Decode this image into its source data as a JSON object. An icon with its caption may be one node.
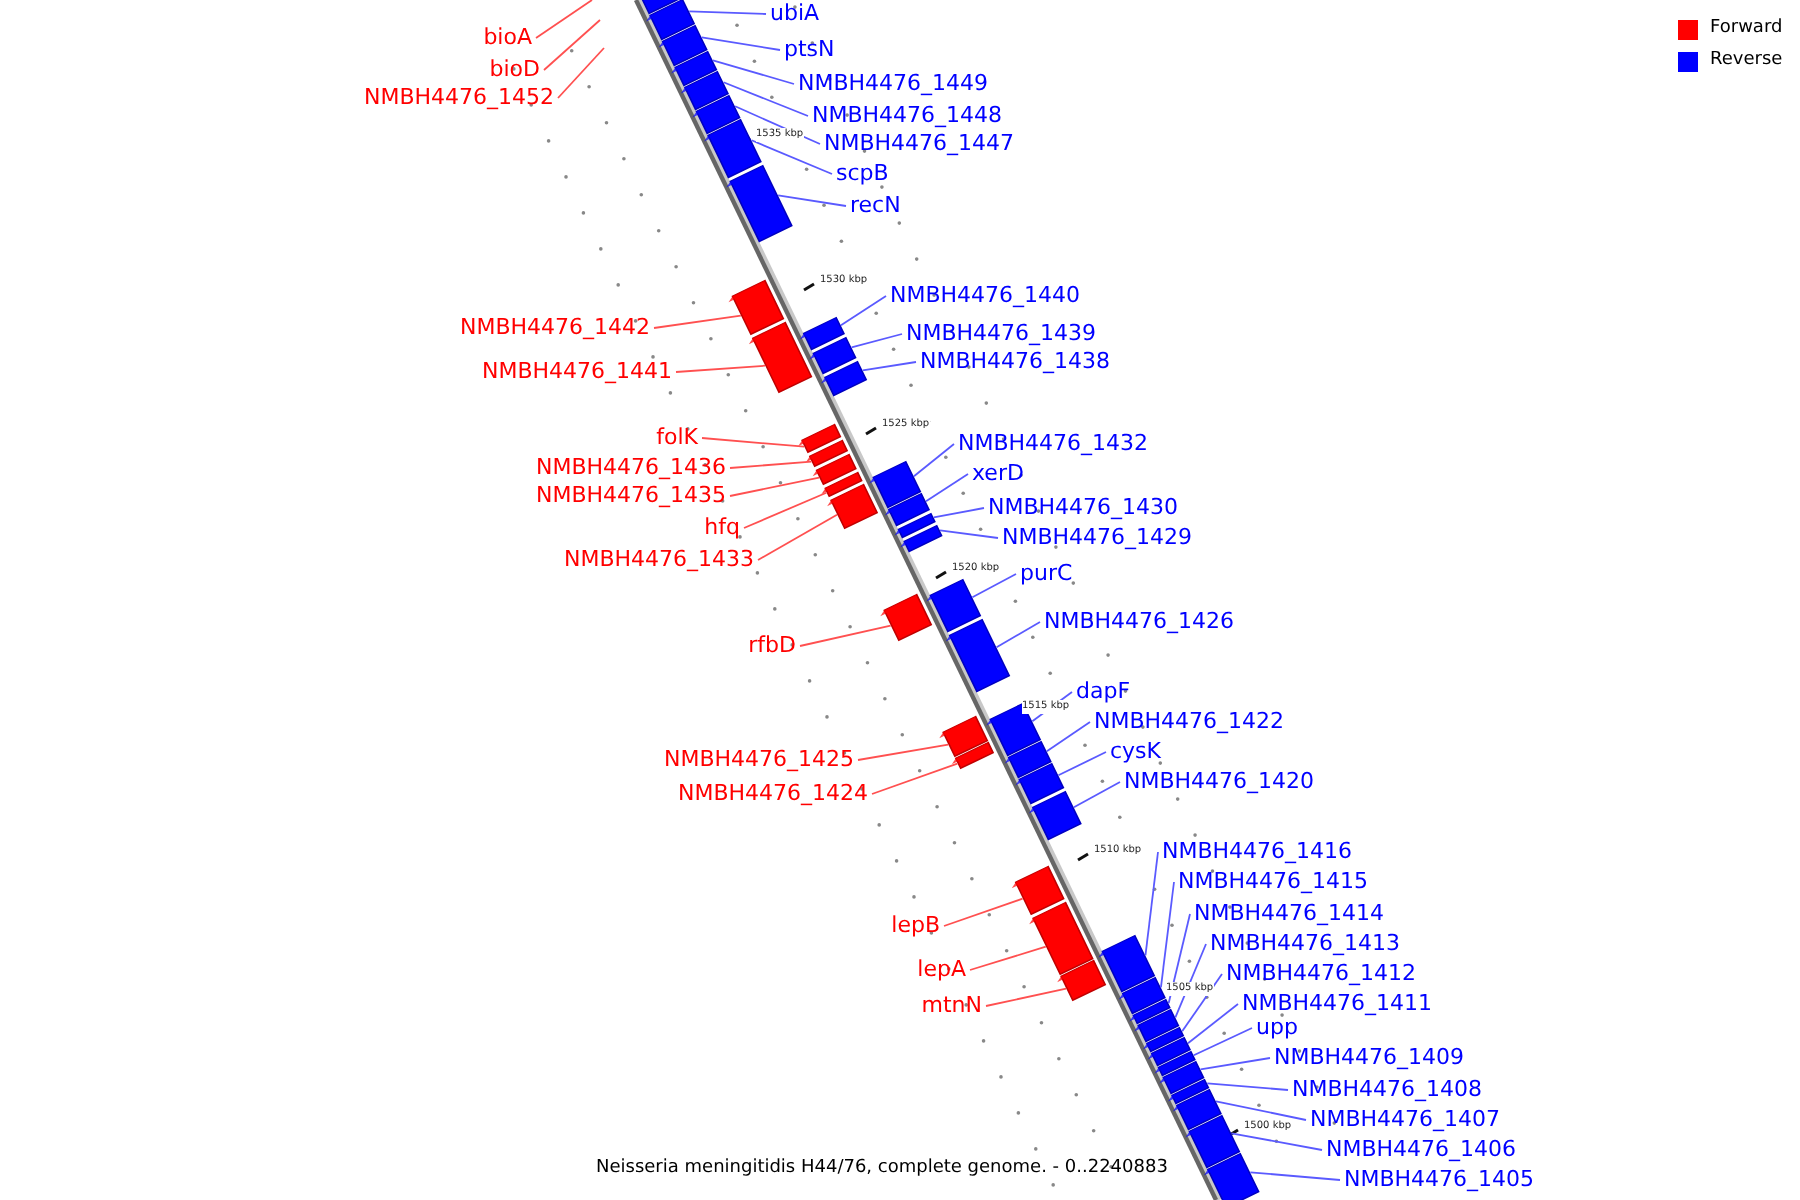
{
  "diagram": {
    "caption": "Neisseria meningitidis H44/76, complete genome. - 0..2240883",
    "nodes": [
      {
        "text": [
          "ubiA"
        ]
      },
      {
        "text": [
          "bioA"
        ]
      },
      {
        "text": [
          "ptsN"
        ]
      },
      {
        "text": [
          "bioD"
        ]
      },
      {
        "text": [
          "NMBH4476_1449"
        ]
      },
      {
        "text": [
          "NMBH4476_1452"
        ]
      },
      {
        "text": [
          "NMBH4476_1448"
        ]
      },
      {
        "text": [
          "NMBH4476_1447"
        ]
      },
      {
        "text": [
          "scpB"
        ]
      },
      {
        "text": [
          "recN"
        ]
      },
      {
        "text": [
          "NMBH4476_1440"
        ]
      },
      {
        "text": [
          "NMBH4476_1442"
        ]
      },
      {
        "text": [
          "NMBH4476_1439"
        ]
      },
      {
        "text": [
          "NMBH4476_1438"
        ]
      },
      {
        "text": [
          "NMBH4476_1441"
        ]
      },
      {
        "text": [
          "folK"
        ]
      },
      {
        "text": [
          "NMBH4476_1432"
        ]
      },
      {
        "text": [
          "NMBH4476_1436"
        ]
      },
      {
        "text": [
          "xerD"
        ]
      },
      {
        "text": [
          "NMBH4476_1435"
        ]
      },
      {
        "text": [
          "NMBH4476_1430"
        ]
      },
      {
        "text": [
          "hfq"
        ]
      },
      {
        "text": [
          "NMBH4476_1429"
        ]
      },
      {
        "text": [
          "NMBH4476_1433"
        ]
      },
      {
        "text": [
          "purC"
        ]
      },
      {
        "text": [
          "NMBH4476_1426"
        ]
      },
      {
        "text": [
          "rfbD"
        ]
      },
      {
        "text": [
          "dapF"
        ]
      },
      {
        "text": [
          "NMBH4476_1422"
        ]
      },
      {
        "text": [
          "cysK"
        ]
      },
      {
        "text": [
          "NMBH4476_1425"
        ]
      },
      {
        "text": [
          "NMBH4476_1420"
        ]
      },
      {
        "text": [
          "NMBH4476_1424"
        ]
      },
      {
        "text": [
          "NMBH4476_1416"
        ]
      },
      {
        "text": [
          "NMBH4476_1415"
        ]
      },
      {
        "text": [
          "NMBH4476_1414"
        ]
      },
      {
        "text": [
          "lepB"
        ]
      },
      {
        "text": [
          "NMBH4476_1413"
        ]
      },
      {
        "text": [
          "lepA"
        ]
      },
      {
        "text": [
          "NMBH4476_1412"
        ]
      },
      {
        "text": [
          "NMBH4476_1411"
        ]
      },
      {
        "text": [
          "mtnN"
        ]
      },
      {
        "text": [
          "upp"
        ]
      },
      {
        "text": [
          "NMBH4476_1409"
        ]
      },
      {
        "text": [
          "NMBH4476_1408"
        ]
      },
      {
        "text": [
          "NMBH4476_1407"
        ]
      },
      {
        "text": [
          "NMBH4476_1406"
        ]
      },
      {
        "text": [
          "NMBH4476_1405"
        ]
      },
      {
        "text": [],
        "shape": "bar"
      },
      {
        "text": [],
        "shape": "bar"
      },
      {
        "text": [],
        "shape": "bar"
      },
      {
        "text": [],
        "shape": "bar"
      },
      {
        "text": [],
        "shape": "bar"
      },
      {
        "text": [],
        "shape": "bar"
      },
      {
        "text": [],
        "shape": "bar"
      },
      {
        "text": [],
        "shape": "bar"
      },
      {
        "text": [],
        "shape": "bar"
      },
      {
        "text": [],
        "shape": "bar"
      },
      {
        "text": [],
        "shape": "bar"
      },
      {
        "text": [],
        "shape": "bar"
      },
      {
        "text": [],
        "shape": "bar"
      },
      {
        "text": [],
        "shape": "bar"
      },
      {
        "text": [],
        "shape": "bar"
      },
      {
        "text": [],
        "shape": "bar"
      },
      {
        "text": [],
        "shape": "bar"
      },
      {
        "text": [],
        "shape": "bar"
      },
      {
        "text": [],
        "shape": "bar"
      },
      {
        "text": [],
        "shape": "bar"
      },
      {
        "text": [],
        "shape": "bar"
      },
      {
        "text": [],
        "shape": "bar"
      },
      {
        "text": [],
        "shape": "bar"
      },
      {
        "text": [],
        "shape": "bar"
      },
      {
        "text": [],
        "shape": "bar"
      },
      {
        "text": [],
        "shape": "bar"
      },
      {
        "text": [],
        "shape": "bar"
      },
      {
        "text": [],
        "shape": "bar"
      },
      {
        "text": [],
        "shape": "bar"
      },
      {
        "text": [],
        "shape": "bar"
      },
      {
        "text": [],
        "shape": "bar"
      },
      {
        "text": [],
        "shape": "bar"
      },
      {
        "text": [],
        "shape": "bar"
      },
      {
        "text": [],
        "shape": "bar"
      },
      {
        "text": [],
        "shape": "bar"
      },
      {
        "text": [],
        "shape": "bar"
      },
      {
        "text": [],
        "shape": "bar"
      },
      {
        "text": [],
        "shape": "bar"
      },
      {
        "text": [],
        "shape": "bar"
      },
      {
        "text": [],
        "shape": "bar"
      },
      {
        "text": [],
        "shape": "bar"
      },
      {
        "text": [],
        "shape": "bar"
      },
      {
        "text": [],
        "shape": "bar"
      },
      {
        "text": [],
        "shape": "bar"
      },
      {
        "text": [],
        "shape": "bar"
      },
      {
        "text": [],
        "shape": "bar"
      }
    ],
    "edges": [
      {
        "from": 0,
        "to": 49,
        "arrow": "none"
      },
      {
        "from": 1,
        "to": null,
        "arrow": "none",
        "color": "#ff5050"
      },
      {
        "from": 2,
        "to": 50,
        "arrow": "none"
      },
      {
        "from": 3,
        "to": null,
        "arrow": "none",
        "color": "#ff5050"
      },
      {
        "from": 4,
        "to": 51,
        "arrow": "none"
      },
      {
        "from": 5,
        "to": null,
        "arrow": "none",
        "color": "#ff5050"
      },
      {
        "from": 6,
        "to": 52,
        "arrow": "none"
      },
      {
        "from": 7,
        "to": 53,
        "arrow": "none"
      },
      {
        "from": 8,
        "to": 54,
        "arrow": "none"
      },
      {
        "from": 9,
        "to": 55,
        "arrow": "none"
      },
      {
        "from": 10,
        "to": 58,
        "arrow": "none"
      },
      {
        "from": 11,
        "to": 56,
        "arrow": "none",
        "color": "#ff5050"
      },
      {
        "from": 12,
        "to": 59,
        "arrow": "none"
      },
      {
        "from": 13,
        "to": 60,
        "arrow": "none"
      },
      {
        "from": 14,
        "to": 57,
        "arrow": "none",
        "color": "#ff5050"
      },
      {
        "from": 15,
        "to": 61,
        "arrow": "none",
        "color": "#ff5050"
      },
      {
        "from": 16,
        "to": 66,
        "arrow": "none"
      },
      {
        "from": 17,
        "to": 62,
        "arrow": "none",
        "color": "#ff5050"
      },
      {
        "from": 18,
        "to": 67,
        "arrow": "none"
      },
      {
        "from": 19,
        "to": 63,
        "arrow": "none",
        "color": "#ff5050"
      },
      {
        "from": 20,
        "to": 68,
        "arrow": "none"
      },
      {
        "from": 21,
        "to": 64,
        "arrow": "none",
        "color": "#ff5050"
      },
      {
        "from": 22,
        "to": 69,
        "arrow": "none"
      },
      {
        "from": 23,
        "to": 65,
        "arrow": "none",
        "color": "#ff5050"
      },
      {
        "from": 24,
        "to": 71,
        "arrow": "none"
      },
      {
        "from": 25,
        "to": 72,
        "arrow": "none"
      },
      {
        "from": 26,
        "to": 70,
        "arrow": "none",
        "color": "#ff5050"
      },
      {
        "from": 27,
        "to": 75,
        "arrow": "none"
      },
      {
        "from": 28,
        "to": 76,
        "arrow": "none"
      },
      {
        "from": 29,
        "to": 77,
        "arrow": "none"
      },
      {
        "from": 30,
        "to": 73,
        "arrow": "none",
        "color": "#ff5050"
      },
      {
        "from": 31,
        "to": 78,
        "arrow": "none"
      },
      {
        "from": 32,
        "to": 74,
        "arrow": "none",
        "color": "#ff5050"
      },
      {
        "from": 33,
        "to": 82,
        "arrow": "none"
      },
      {
        "from": 34,
        "to": 83,
        "arrow": "none"
      },
      {
        "from": 35,
        "to": 84,
        "arrow": "none"
      },
      {
        "from": 36,
        "to": 79,
        "arrow": "none",
        "color": "#ff5050"
      },
      {
        "from": 37,
        "to": 85,
        "arrow": "none"
      },
      {
        "from": 38,
        "to": 80,
        "arrow": "none",
        "color": "#ff5050"
      },
      {
        "from": 39,
        "to": 86,
        "arrow": "none"
      },
      {
        "from": 40,
        "to": 87,
        "arrow": "none"
      },
      {
        "from": 41,
        "to": 81,
        "arrow": "none",
        "color": "#ff5050"
      },
      {
        "from": 42,
        "to": 88,
        "arrow": "none"
      },
      {
        "from": 43,
        "to": 89,
        "arrow": "none"
      },
      {
        "from": 44,
        "to": 90,
        "arrow": "none"
      },
      {
        "from": 45,
        "to": 91,
        "arrow": "none"
      },
      {
        "from": 46,
        "to": 92,
        "arrow": "none"
      },
      {
        "from": 47,
        "to": 93,
        "arrow": "none"
      }
    ],
    "labels": [
      "1535 kbp",
      "1530 kbp",
      "1525 kbp",
      "1520 kbp",
      "1515 kbp",
      "1510 kbp",
      "1505 kbp",
      "1500 kbp"
    ],
    "legend": [
      {
        "text": "Forward",
        "color": "#ff0000"
      },
      {
        "text": "Reverse",
        "color": "#0000ff"
      }
    ]
  }
}
